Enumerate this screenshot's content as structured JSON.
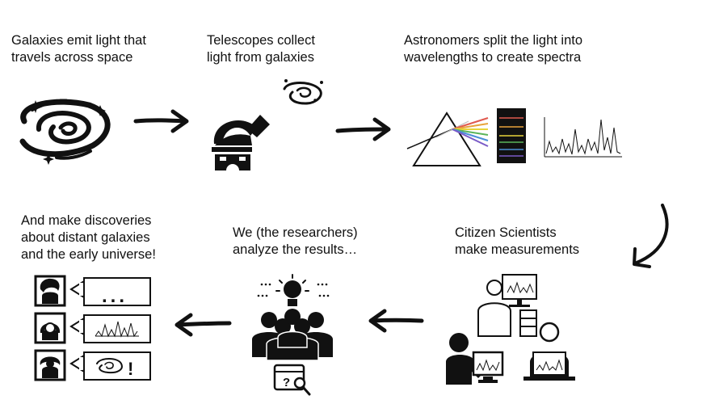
{
  "steps": [
    {
      "caption": "Galaxies emit light that\ntravels across space",
      "icon": "spiral-galaxy-icon"
    },
    {
      "caption": "Telescopes collect\nlight from galaxies",
      "icon": "observatory-telescope-icon"
    },
    {
      "caption": "Astronomers split the light into\nwavelengths to create spectra",
      "icon": "prism-spectrum-icon"
    },
    {
      "caption": "Citizen Scientists\nmake measurements",
      "icon": "people-at-computers-icon"
    },
    {
      "caption": "We (the researchers)\nanalyze the results…",
      "icon": "researchers-team-icon"
    },
    {
      "caption": "And make discoveries\nabout distant galaxies\nand the early universe!",
      "icon": "chat-discussion-icon"
    }
  ],
  "chat": {
    "bubble1_text": "...",
    "bubble3_text": "!",
    "magnifier_text": "?"
  },
  "colors": {
    "ink": "#111111",
    "rainbow": [
      "#e05a4f",
      "#e8a33a",
      "#e8d43a",
      "#5bb55b",
      "#4a8fd8",
      "#7a5bc7"
    ]
  }
}
